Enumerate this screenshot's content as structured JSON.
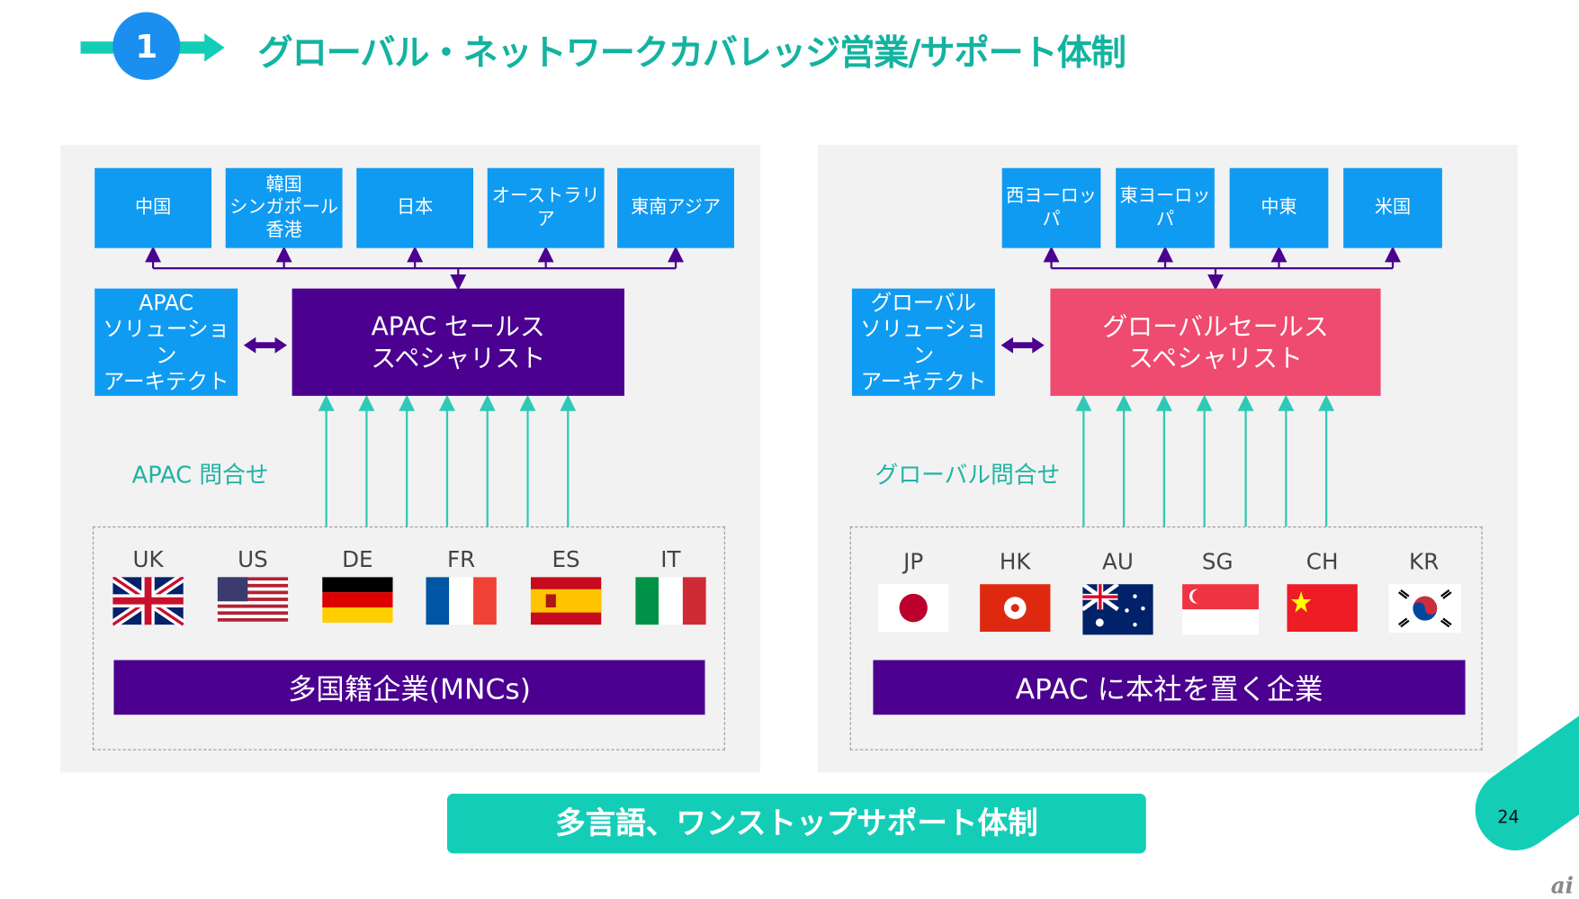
{
  "header": {
    "step_number": "1",
    "title": "グローバル・ネットワークカバレッジ営業/サポート体制"
  },
  "left": {
    "regions": [
      "中国",
      "韓国\nシンガポール\n香港",
      "日本",
      "オーストラリア",
      "東南アジア"
    ],
    "architect": "APAC\nソリューション\nアーキテクト",
    "specialist": "APAC セールス\nスペシャリスト",
    "inquiry": "APAC 問合せ",
    "countries": [
      "UK",
      "US",
      "DE",
      "FR",
      "ES",
      "IT"
    ],
    "bar": "多国籍企業(MNCs)"
  },
  "right": {
    "regions": [
      "西ヨーロッパ",
      "東ヨーロッパ",
      "中東",
      "米国"
    ],
    "architect": "グローバル\nソリューション\nアーキテクト",
    "specialist": "グローバルセールス\nスペシャリスト",
    "inquiry": "グローバル問合せ",
    "countries": [
      "JP",
      "HK",
      "AU",
      "SG",
      "CH",
      "KR"
    ],
    "bar": "APAC に本社を置く企業"
  },
  "footer": {
    "banner": "多言語、ワンストップサポート体制",
    "page_number": "24",
    "logo": "ai"
  },
  "colors": {
    "teal": "#14cdb7",
    "blue": "#0f9bf2",
    "purple": "#4b0090",
    "pink": "#ef4a6f"
  }
}
